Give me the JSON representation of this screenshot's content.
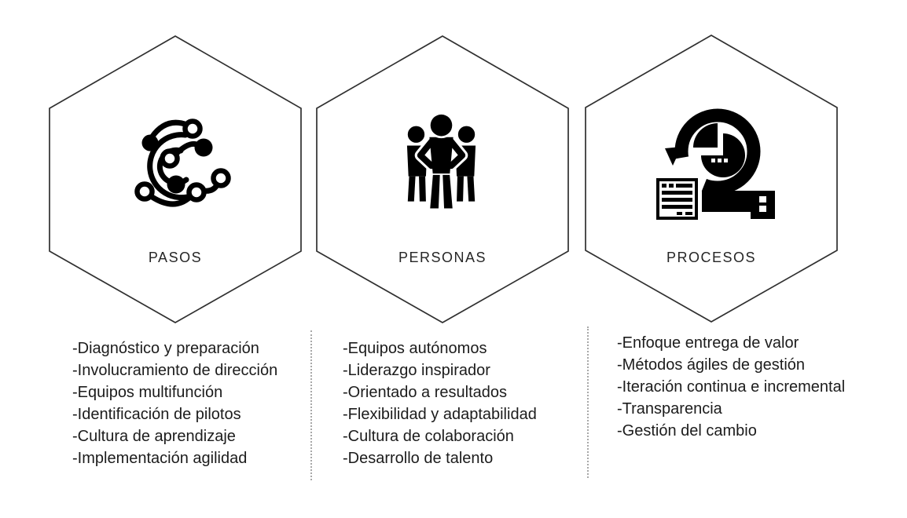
{
  "diagram": {
    "title_context": "agile-transformation-hexagons",
    "background": "#ffffff",
    "colors": {
      "hex_outline": "#303030",
      "icon": "#000000",
      "text": "#1c1c1c",
      "divider": "#a8a8a8"
    },
    "sections": [
      {
        "label": "PASOS",
        "icon": "network-nodes-icon",
        "items": [
          "-Diagnóstico y preparación",
          "-Involucramiento de dirección",
          "-Equipos multifunción",
          "-Identificación de pilotos",
          "-Cultura de aprendizaje",
          "-Implementación agilidad"
        ]
      },
      {
        "label": "PERSONAS",
        "icon": "team-icon",
        "items": [
          "-Equipos autónomos",
          "-Liderazgo inspirador",
          "-Orientado a resultados",
          "-Flexibilidad y adaptabilidad",
          "-Cultura de colaboración",
          "-Desarrollo de talento"
        ]
      },
      {
        "label": "PROCESOS",
        "icon": "agile-process-icon",
        "items": [
          "-Enfoque entrega de valor",
          "-Métodos ágiles de gestión",
          "-Iteración continua e incremental",
          "-Transparencia",
          "-Gestión del cambio"
        ]
      }
    ]
  }
}
